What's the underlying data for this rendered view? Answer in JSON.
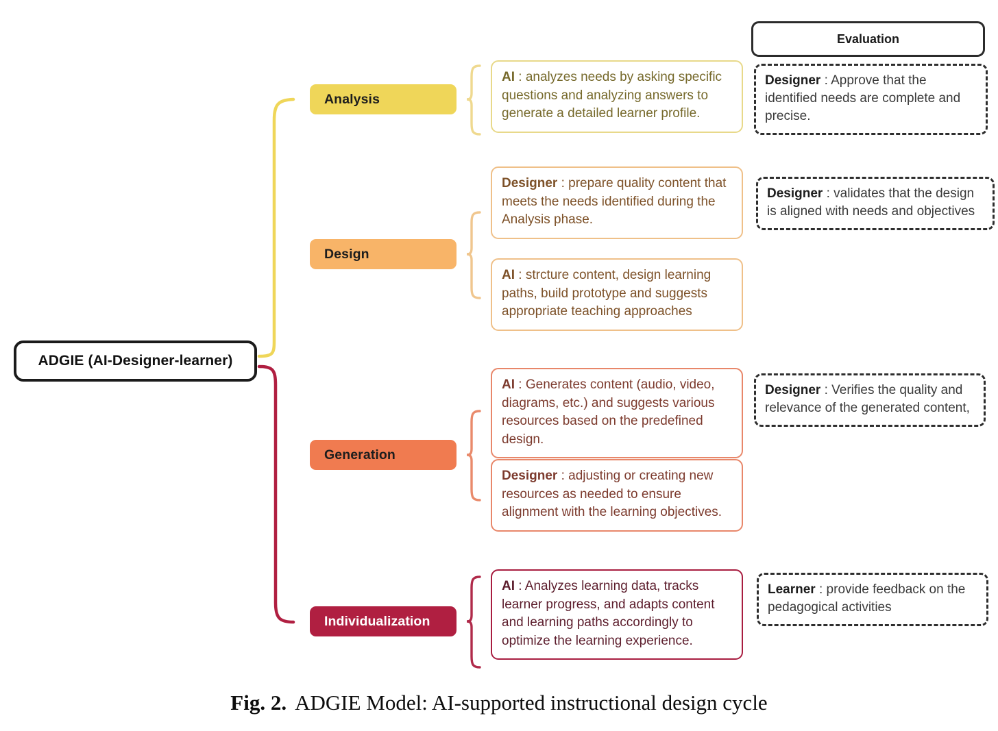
{
  "root": {
    "label": "ADGIE (AI-Designer-learner)"
  },
  "evaluation_column": {
    "header": "Evaluation",
    "items": [
      {
        "id": "eval-analysis",
        "role": "Designer",
        "separator": " : ",
        "text": "Approve that the identified needs are complete and precise."
      },
      {
        "id": "eval-design",
        "role": "Designer",
        "separator": " :  ",
        "text": "validates that the design is aligned with needs and objectives"
      },
      {
        "id": "eval-generation",
        "role": "Designer",
        "separator": " : ",
        "text": "Verifies the quality and relevance of the generated content,"
      },
      {
        "id": "eval-individualization",
        "role": "Learner",
        "separator": " : ",
        "text": "provide feedback on the pedagogical activities"
      }
    ]
  },
  "phases": [
    {
      "id": "analysis",
      "label": "Analysis",
      "color": "#EFD659",
      "text_color": "#1d1d1d",
      "details": [
        {
          "id": "box-analysis-ai",
          "role": "AI",
          "separator": " :  ",
          "text": "analyzes needs by asking specific questions and analyzing answers to generate a detailed learner profile."
        }
      ]
    },
    {
      "id": "design",
      "label": "Design",
      "color": "#F8B468",
      "text_color": "#1d1d1d",
      "details": [
        {
          "id": "box-design-designer",
          "role": "Designer",
          "separator": " :  ",
          "text": "prepare quality content that meets the needs identified during the Analysis phase."
        },
        {
          "id": "box-design-ai",
          "role": "AI",
          "separator": " : ",
          "text": "strcture content, design learning paths, build prototype and suggests appropriate teaching approaches"
        }
      ]
    },
    {
      "id": "generation",
      "label": "Generation",
      "color": "#F07B50",
      "text_color": "#1d1d1d",
      "details": [
        {
          "id": "box-generation-ai",
          "role": "AI",
          "separator": " : ",
          "text": "Generates content (audio, video, diagrams, etc.) and suggests various resources based on the predefined design."
        },
        {
          "id": "box-generation-designer",
          "role": "Designer",
          "separator": " : ",
          "text": "adjusting or creating new resources as needed to ensure alignment with the learning objectives."
        }
      ]
    },
    {
      "id": "individualization",
      "label": "Individualization",
      "color": "#B01F41",
      "text_color": "#ffffff",
      "details": [
        {
          "id": "box-individualization-ai",
          "role": "AI",
          "separator": " : ",
          "text": "Analyzes learning data, tracks learner progress, and adapts content and learning paths accordingly to optimize the learning experience."
        }
      ]
    }
  ],
  "connector_colors": {
    "top_branch": "#EFD659",
    "bottom_branch": "#B01F41",
    "analysis_bracket": "#EFD98F",
    "design_bracket": "#F0C68E",
    "generation_bracket": "#E98A6B",
    "individualization_bracket": "#B02A4A"
  },
  "caption": {
    "figure_number": "Fig. 2.",
    "text": "ADGIE Model: AI-supported instructional design cycle"
  }
}
